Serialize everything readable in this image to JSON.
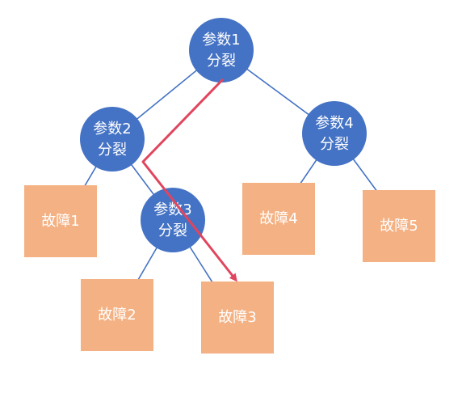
{
  "nodes": [
    {
      "id": "n1",
      "lines": [
        "参数1",
        "分裂"
      ]
    },
    {
      "id": "n2",
      "lines": [
        "参数2",
        "分裂"
      ]
    },
    {
      "id": "n3",
      "lines": [
        "参数3",
        "分裂"
      ]
    },
    {
      "id": "n4",
      "lines": [
        "参数4",
        "分裂"
      ]
    }
  ],
  "leaves": [
    {
      "id": "f1",
      "label": "故障1"
    },
    {
      "id": "f2",
      "label": "故障2"
    },
    {
      "id": "f3",
      "label": "故障3"
    },
    {
      "id": "f4",
      "label": "故障4"
    },
    {
      "id": "f5",
      "label": "故障5"
    }
  ],
  "colors": {
    "node": "#4472C4",
    "leaf": "#F4B183",
    "highlight_path": "#E0455E"
  }
}
